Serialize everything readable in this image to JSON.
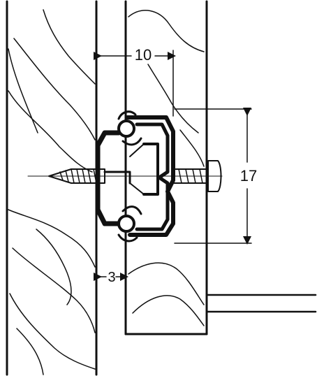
{
  "dimensions": {
    "top_width": "10",
    "height": "17",
    "gap": "3"
  },
  "colors": {
    "ink": "#111111",
    "paper": "#ffffff"
  }
}
